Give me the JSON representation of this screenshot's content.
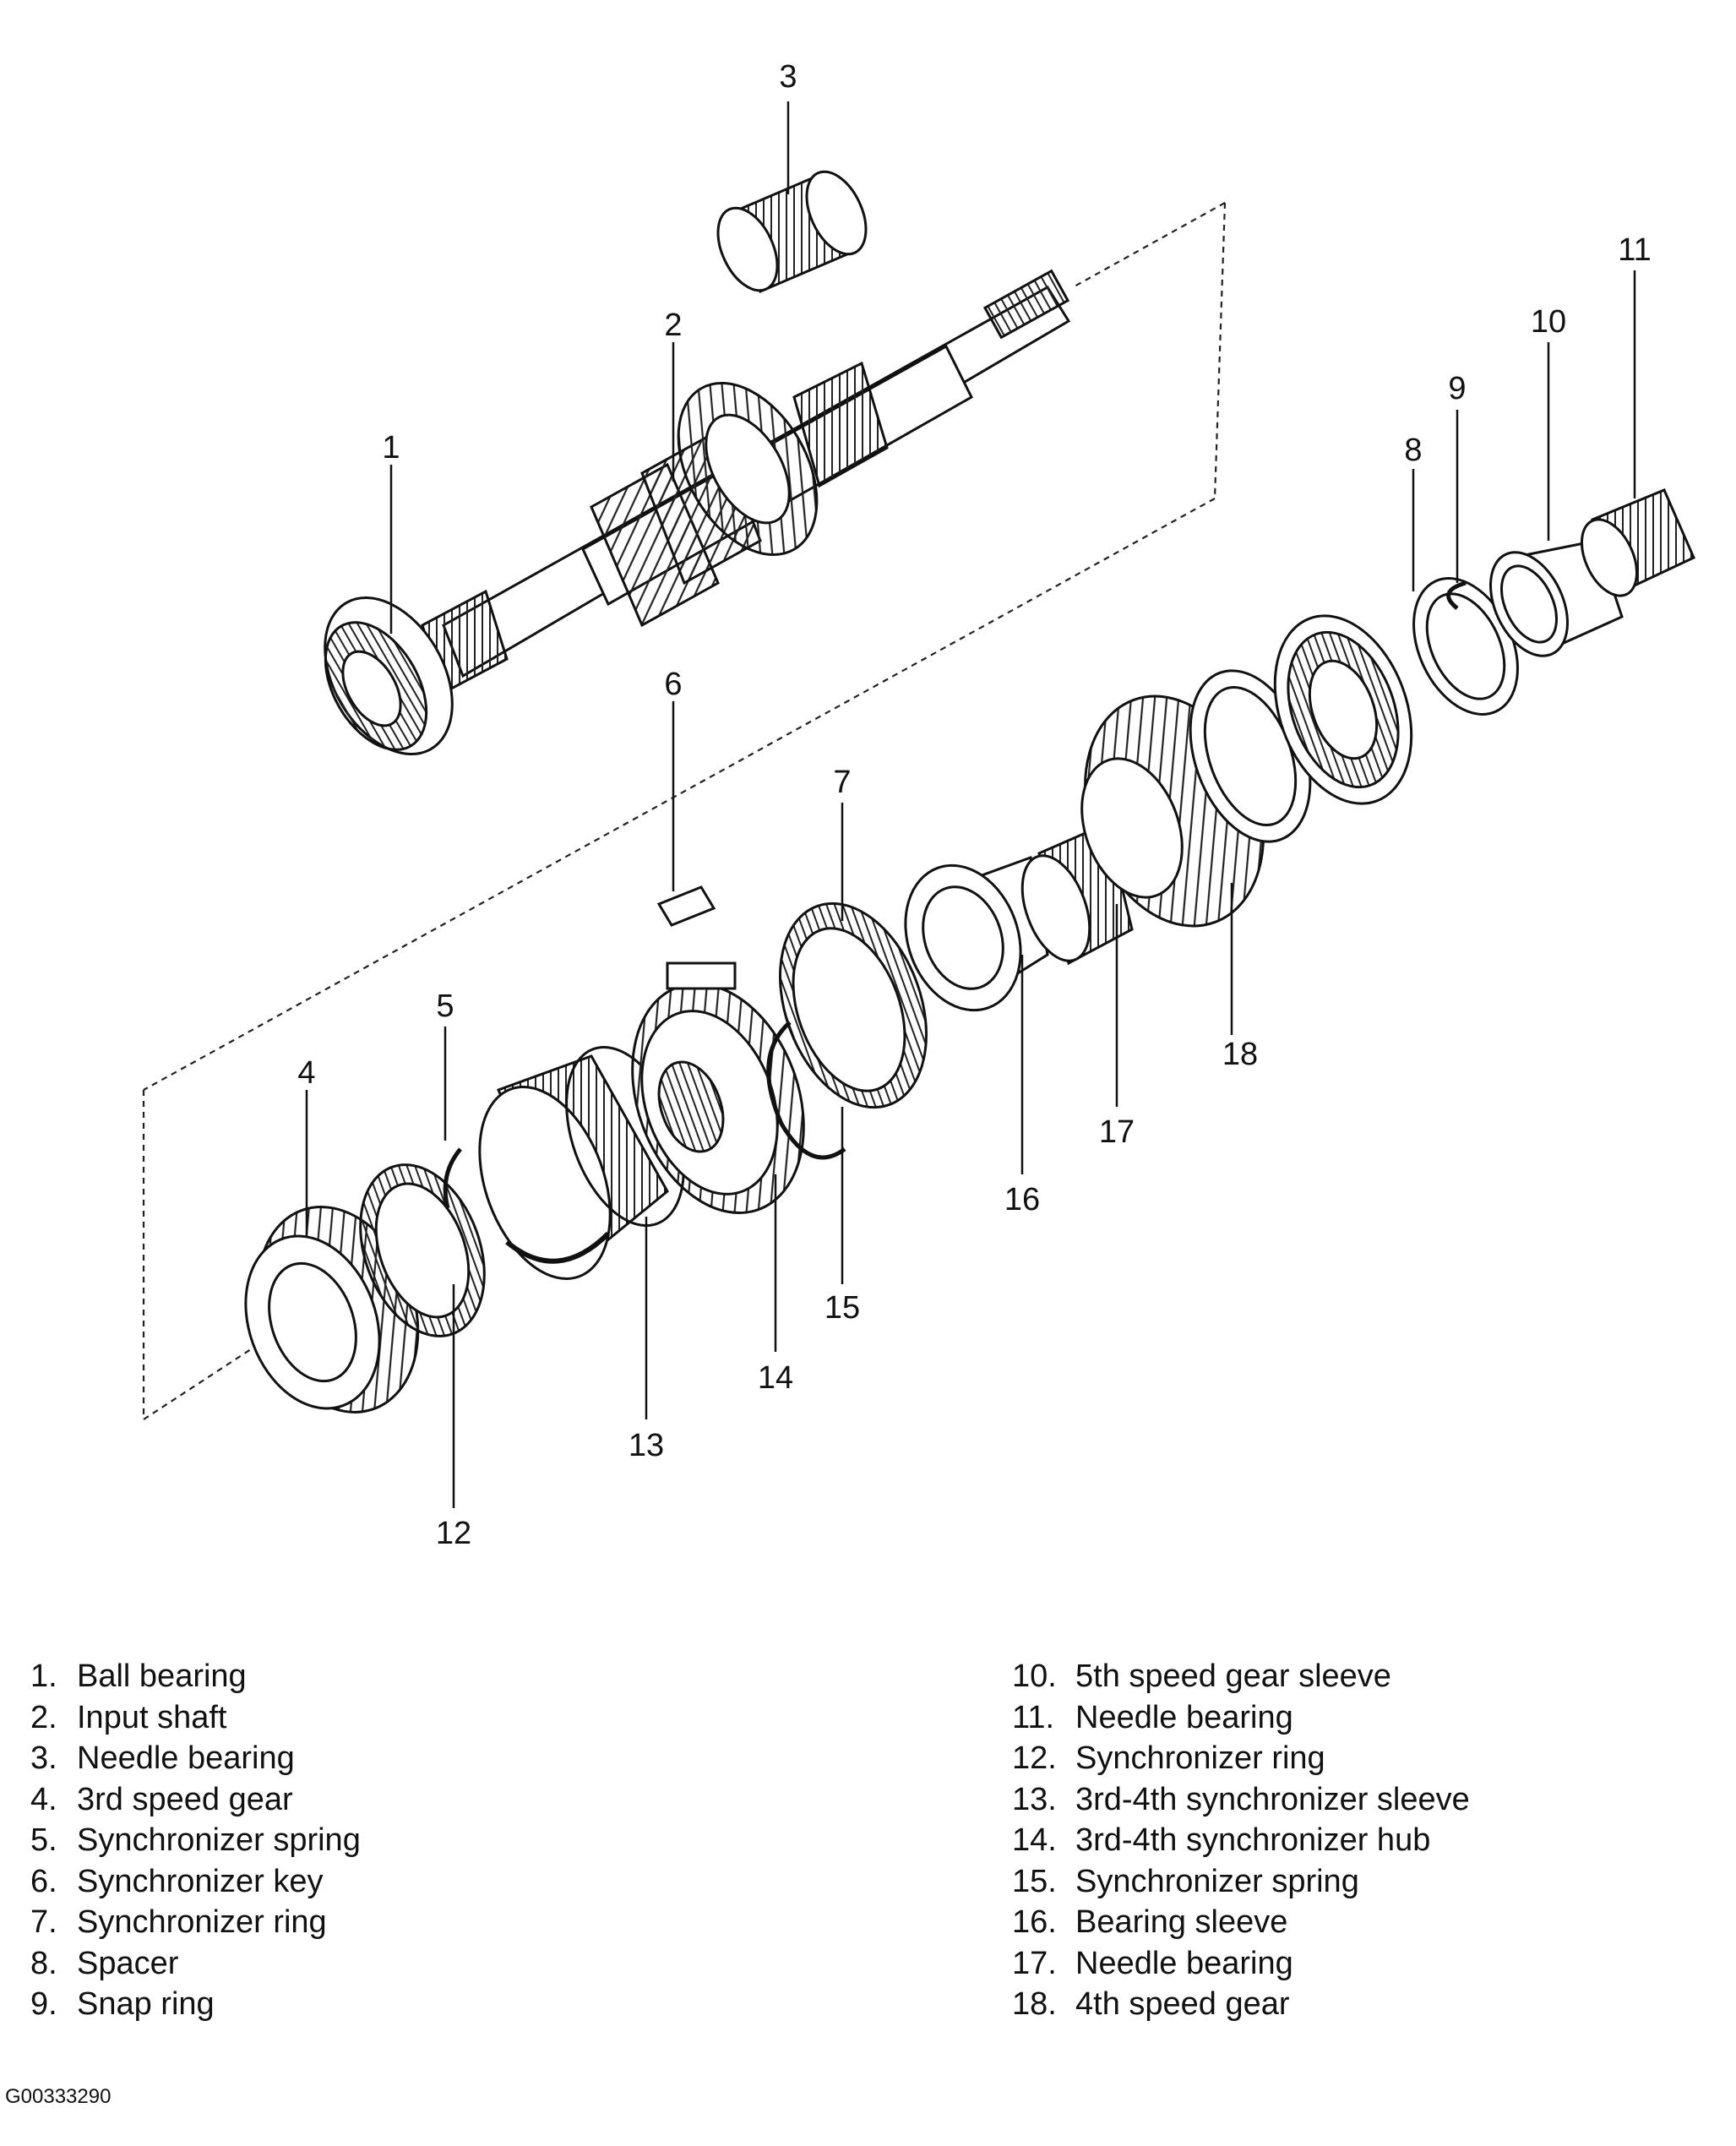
{
  "callouts": [
    "1",
    "2",
    "3",
    "4",
    "5",
    "6",
    "7",
    "8",
    "9",
    "10",
    "11",
    "12",
    "13",
    "14",
    "15",
    "16",
    "17",
    "18"
  ],
  "legend_left": [
    {
      "num": "1.",
      "label": "Ball bearing"
    },
    {
      "num": "2.",
      "label": "Input shaft"
    },
    {
      "num": "3.",
      "label": "Needle bearing"
    },
    {
      "num": "4.",
      "label": "3rd speed gear"
    },
    {
      "num": "5.",
      "label": "Synchronizer spring"
    },
    {
      "num": "6.",
      "label": "Synchronizer key"
    },
    {
      "num": "7.",
      "label": "Synchronizer ring"
    },
    {
      "num": "8.",
      "label": "Spacer"
    },
    {
      "num": "9.",
      "label": "Snap ring"
    }
  ],
  "legend_right": [
    {
      "num": "10.",
      "label": "5th speed gear sleeve"
    },
    {
      "num": "11.",
      "label": "Needle bearing"
    },
    {
      "num": "12.",
      "label": "Synchronizer ring"
    },
    {
      "num": "13.",
      "label": "3rd-4th synchronizer sleeve"
    },
    {
      "num": "14.",
      "label": "3rd-4th synchronizer hub"
    },
    {
      "num": "15.",
      "label": "Synchronizer spring"
    },
    {
      "num": "16.",
      "label": "Bearing sleeve"
    },
    {
      "num": "17.",
      "label": "Needle bearing"
    },
    {
      "num": "18.",
      "label": "4th speed gear"
    }
  ],
  "figure_id": "G00333290"
}
